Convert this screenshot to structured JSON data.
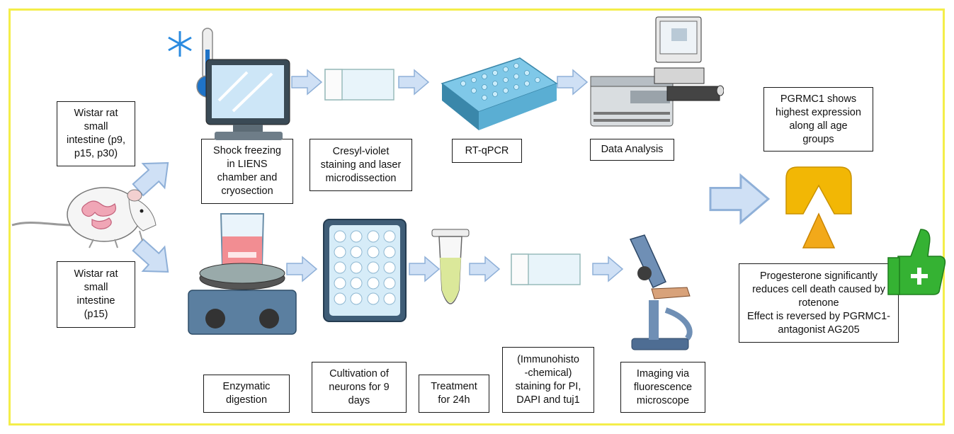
{
  "boxes": {
    "rat_top": "Wistar rat\nsmall\nintestine (p9,\np15, p30)",
    "rat_bottom": "Wistar rat\nsmall\nintestine\n(p15)",
    "shock": "Shock freezing\nin LIENS\nchamber and\ncryosection",
    "cresyl": "Cresyl-violet\nstaining and laser\nmicrodissection",
    "rtqpcr": "RT-qPCR",
    "data_analysis": "Data Analysis",
    "enzymatic": "Enzymatic\ndigestion",
    "cultivation": "Cultivation of\nneurons for 9\ndays",
    "treatment": "Treatment\nfor 24h",
    "staining": "(Immunohisto\n-chemical)\nstaining for PI,\nDAPI and tuj1",
    "imaging": "Imaging via\nfluorescence\nmicroscope",
    "pgrmc1": "PGRMC1 shows\nhighest expression\nalong all age\ngroups",
    "progesterone": "Progesterone significantly\nreduces cell death caused by\nrotenone\nEffect is reversed by PGRMC1-\nantagonist AG205"
  },
  "colors": {
    "frame": "#f4ee4a",
    "arrow_fill": "#cfe0f5",
    "arrow_stroke": "#8fb0d8",
    "thumb": "#35b233",
    "scale": "#f2b705"
  },
  "icons": [
    "thermometer-icon",
    "snowflake-icon",
    "cryostat-icon",
    "slide-icon",
    "pcr-plate-icon",
    "spectrometer-icon",
    "computer-icon",
    "rat-icon",
    "hotplate-beaker-icon",
    "well-plate-icon",
    "tube-icon",
    "microscope-icon",
    "balance-scale-icon",
    "thumbs-up-icon"
  ]
}
